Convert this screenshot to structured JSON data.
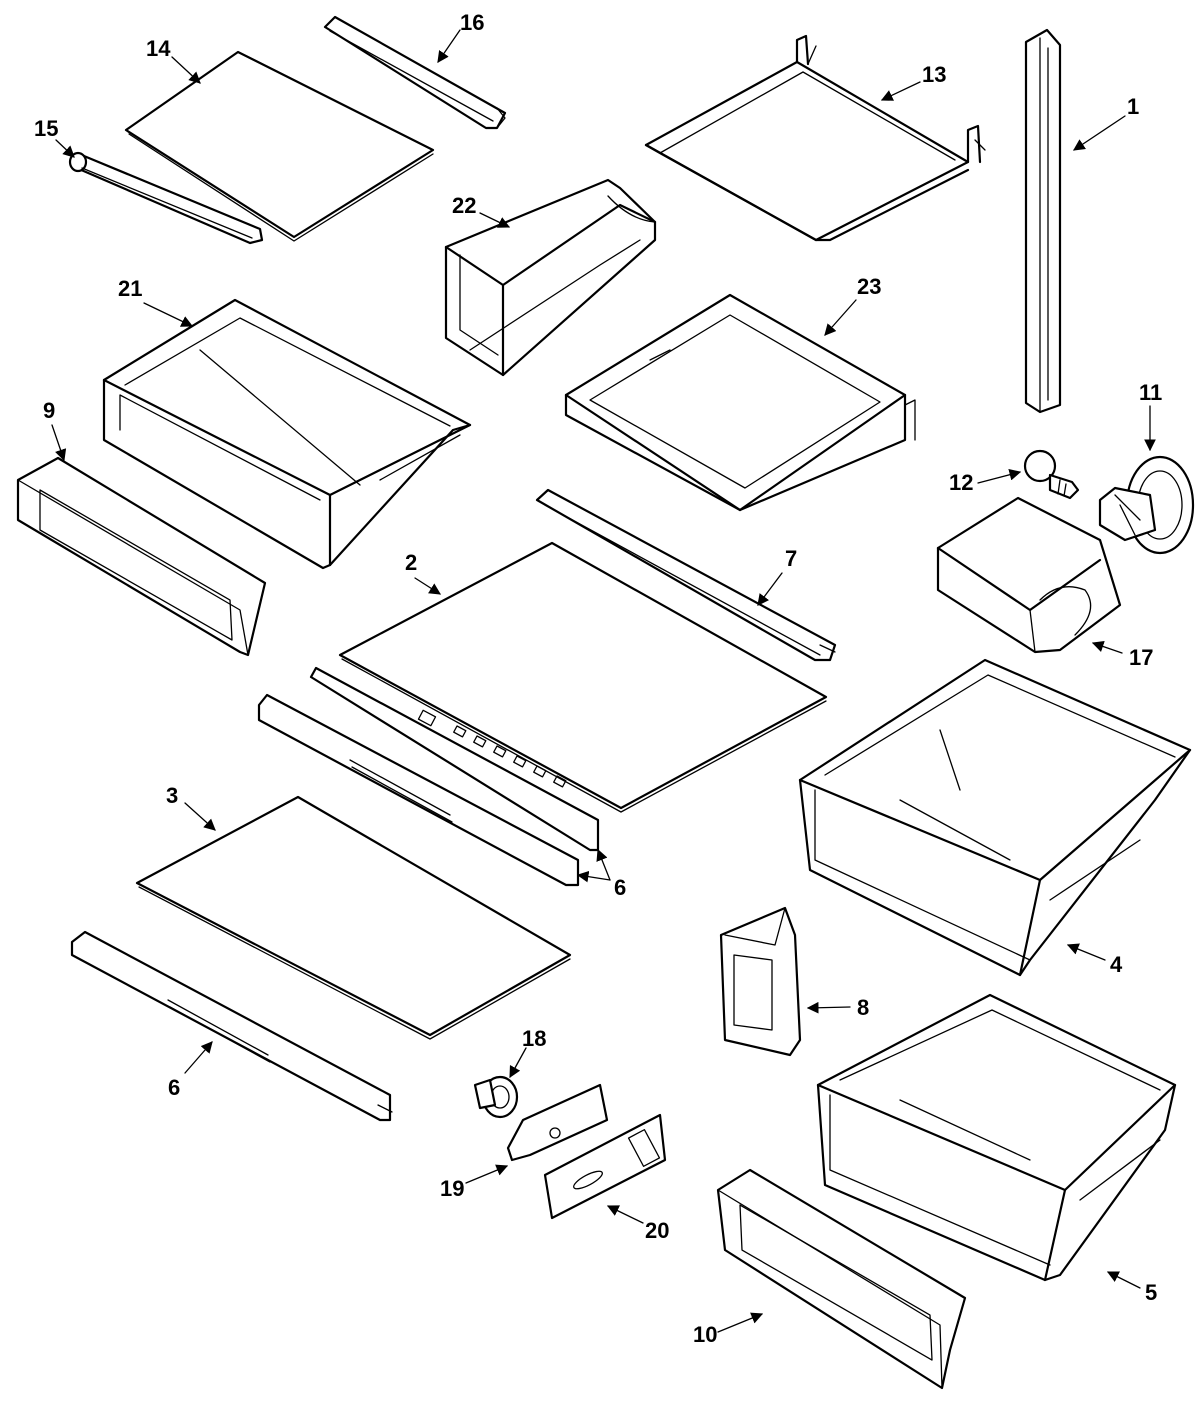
{
  "parts": [
    {
      "id": "part-1",
      "label": "1"
    },
    {
      "id": "part-2",
      "label": "2"
    },
    {
      "id": "part-3",
      "label": "3"
    },
    {
      "id": "part-4",
      "label": "4"
    },
    {
      "id": "part-5",
      "label": "5"
    },
    {
      "id": "part-6a",
      "label": "6"
    },
    {
      "id": "part-6b",
      "label": "6"
    },
    {
      "id": "part-7",
      "label": "7"
    },
    {
      "id": "part-8",
      "label": "8"
    },
    {
      "id": "part-9",
      "label": "9"
    },
    {
      "id": "part-10",
      "label": "10"
    },
    {
      "id": "part-11",
      "label": "11"
    },
    {
      "id": "part-12",
      "label": "12"
    },
    {
      "id": "part-13",
      "label": "13"
    },
    {
      "id": "part-14",
      "label": "14"
    },
    {
      "id": "part-15",
      "label": "15"
    },
    {
      "id": "part-16",
      "label": "16"
    },
    {
      "id": "part-17",
      "label": "17"
    },
    {
      "id": "part-18",
      "label": "18"
    },
    {
      "id": "part-19",
      "label": "19"
    },
    {
      "id": "part-20",
      "label": "20"
    },
    {
      "id": "part-21",
      "label": "21"
    },
    {
      "id": "part-22",
      "label": "22"
    },
    {
      "id": "part-23",
      "label": "23"
    }
  ]
}
